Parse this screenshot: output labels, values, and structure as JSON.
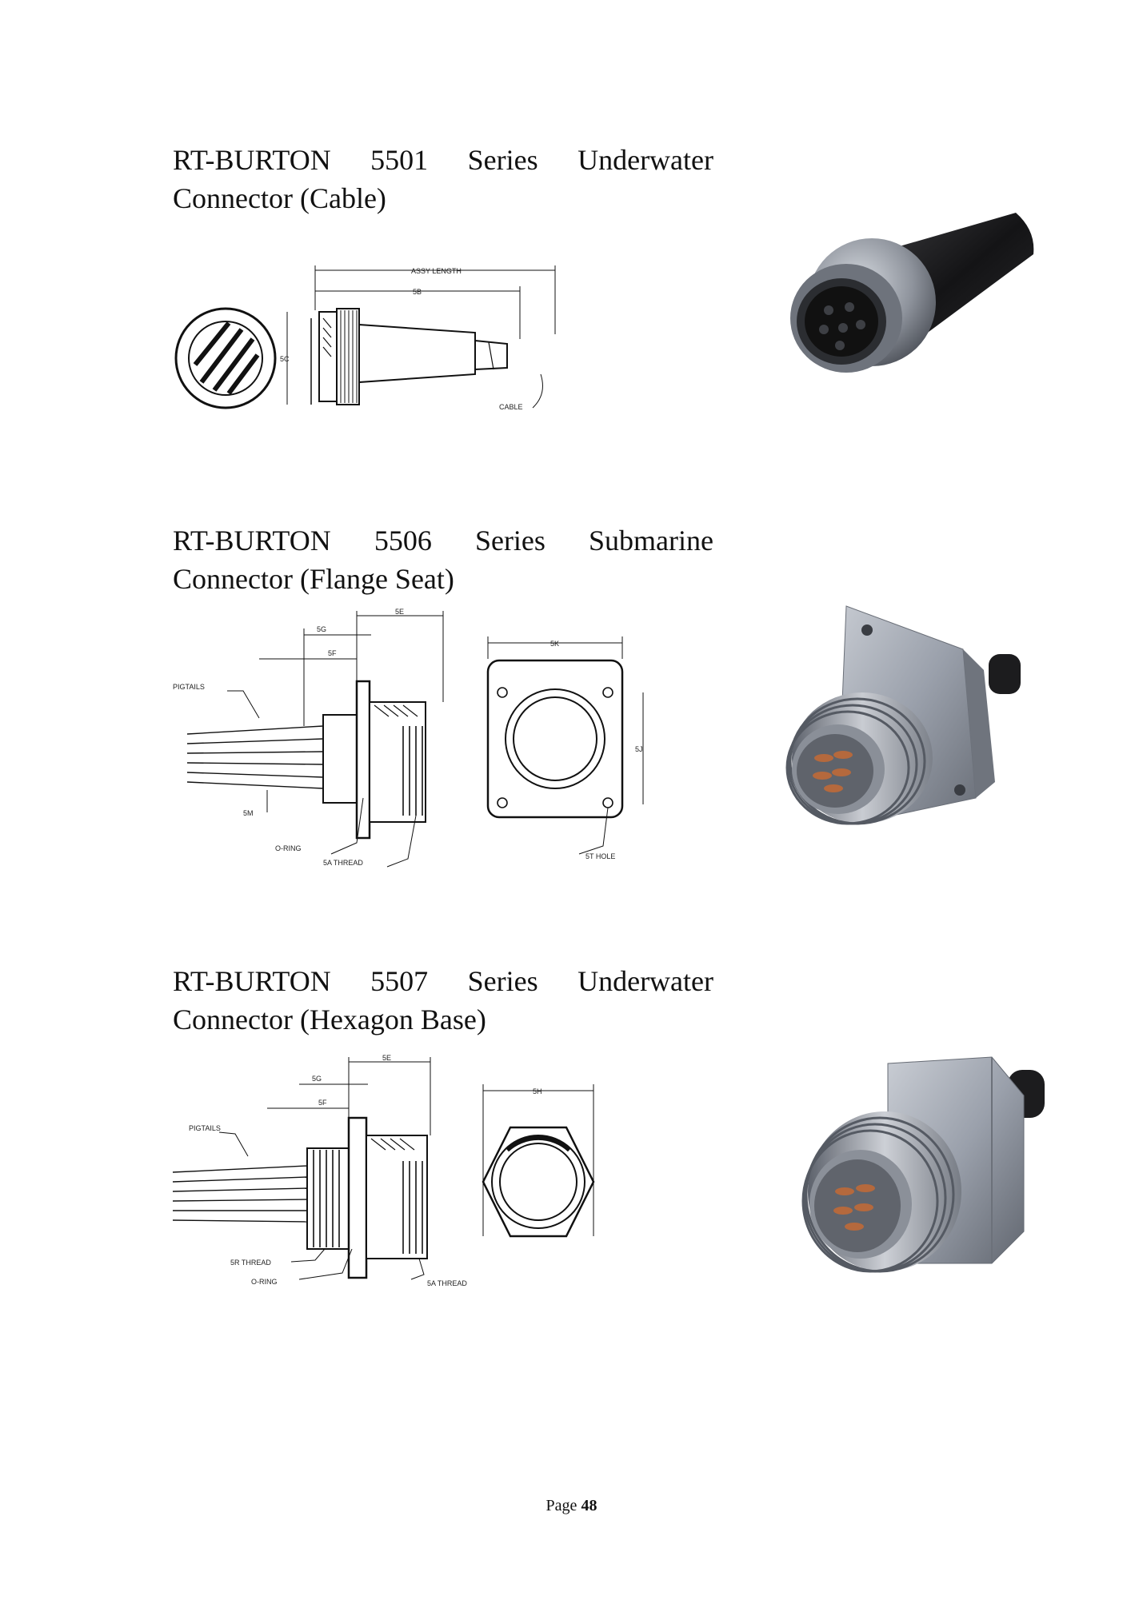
{
  "sections": [
    {
      "title": "RT-BURTON 5501 Series Underwater Connector (Cable)",
      "drawing_labels": {
        "assy_length": "ASSY LENGTH",
        "dim_5b": "5B",
        "dim_5c": "5C",
        "cable": "CABLE"
      }
    },
    {
      "title": "RT-BURTON 5506 Series Submarine Connector (Flange Seat)",
      "drawing_labels": {
        "dim_5e": "5E",
        "dim_5g": "5G",
        "dim_5f": "5F",
        "pigtails": "PIGTAILS",
        "dim_5m": "5M",
        "o_ring": "O-RING",
        "thread": "5A THREAD",
        "dim_5k": "5K",
        "dim_5j": "5J",
        "hole": "5T HOLE"
      }
    },
    {
      "title": "RT-BURTON 5507 Series Underwater Connector (Hexagon Base)",
      "drawing_labels": {
        "dim_5e": "5E",
        "dim_5g": "5G",
        "dim_5f": "5F",
        "pigtails": "PIGTAILS",
        "dim_5h": "5H",
        "thread_b": "5R THREAD",
        "o_ring": "O-RING",
        "thread": "5A THREAD"
      }
    }
  ],
  "footer": {
    "prefix": "Page",
    "number": "48"
  },
  "colors": {
    "metal": "#9aa0ab",
    "metal_dark": "#5d626c",
    "rubber": "#1c1c1e",
    "copper": "#b5693d"
  }
}
